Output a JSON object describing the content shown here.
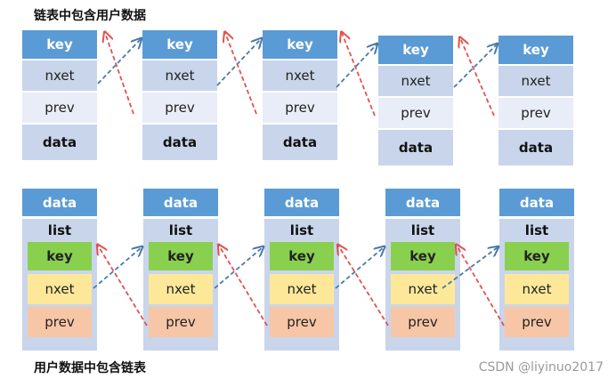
{
  "top_title": "链表中包含用户数据",
  "bottom_title": "用户数据中包含链表",
  "watermark": "CSDN @liyinuo2017",
  "top_row": {
    "fields": [
      "key",
      "nxet",
      "prev",
      "data"
    ],
    "node_count": 5
  },
  "bottom_row": {
    "data_label": "data",
    "list_label": "list",
    "fields": [
      "key",
      "nxet",
      "prev"
    ],
    "node_count": 5
  },
  "colors": {
    "blue_header": "#5b9bd5",
    "light_blue": "#c9d5ea",
    "pale_blue": "#e8edf7",
    "green": "#8ad04f",
    "yellow": "#fde89a",
    "salmon": "#f7c6a6",
    "next_arrow": "#4a7aa8",
    "prev_arrow": "#e0534f"
  }
}
